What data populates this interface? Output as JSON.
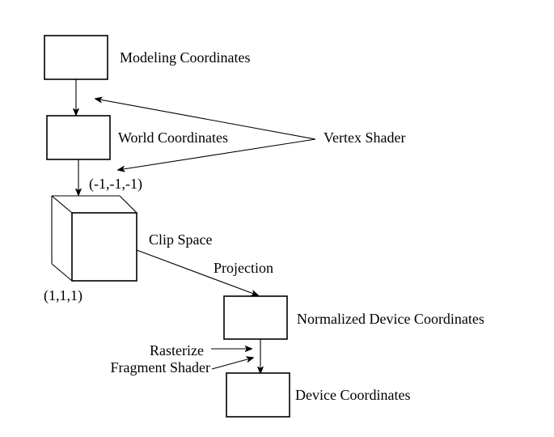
{
  "diagram": {
    "title": "Graphics pipeline coordinate spaces",
    "colors": {
      "ink": "#000000",
      "background": "#ffffff"
    },
    "nodes": {
      "modeling": {
        "label": "Modeling Coordinates",
        "shape": "box"
      },
      "world": {
        "label": "World Coordinates",
        "shape": "box"
      },
      "clip": {
        "label": "Clip Space",
        "shape": "cube",
        "corner_near": "(-1,-1,-1)",
        "corner_far": "(1,1,1)"
      },
      "ndc": {
        "label": "Normalized Device Coordinates",
        "shape": "box"
      },
      "device": {
        "label": "Device Coordinates",
        "shape": "box"
      }
    },
    "annotations": {
      "vertex_shader": "Vertex Shader",
      "projection": "Projection",
      "rasterize": "Rasterize",
      "fragment_shader": "Fragment Shader"
    },
    "edges": [
      {
        "from": "modeling",
        "to": "world"
      },
      {
        "from": "world",
        "to": "clip"
      },
      {
        "from": "clip",
        "to": "ndc",
        "label": "Projection"
      },
      {
        "from": "ndc",
        "to": "device"
      },
      {
        "from": "vertex_shader",
        "to": "modeling-world edge"
      },
      {
        "from": "vertex_shader",
        "to": "world-clip edge"
      },
      {
        "from": "rasterize",
        "to": "ndc-device edge"
      },
      {
        "from": "fragment_shader",
        "to": "ndc-device edge"
      }
    ]
  }
}
